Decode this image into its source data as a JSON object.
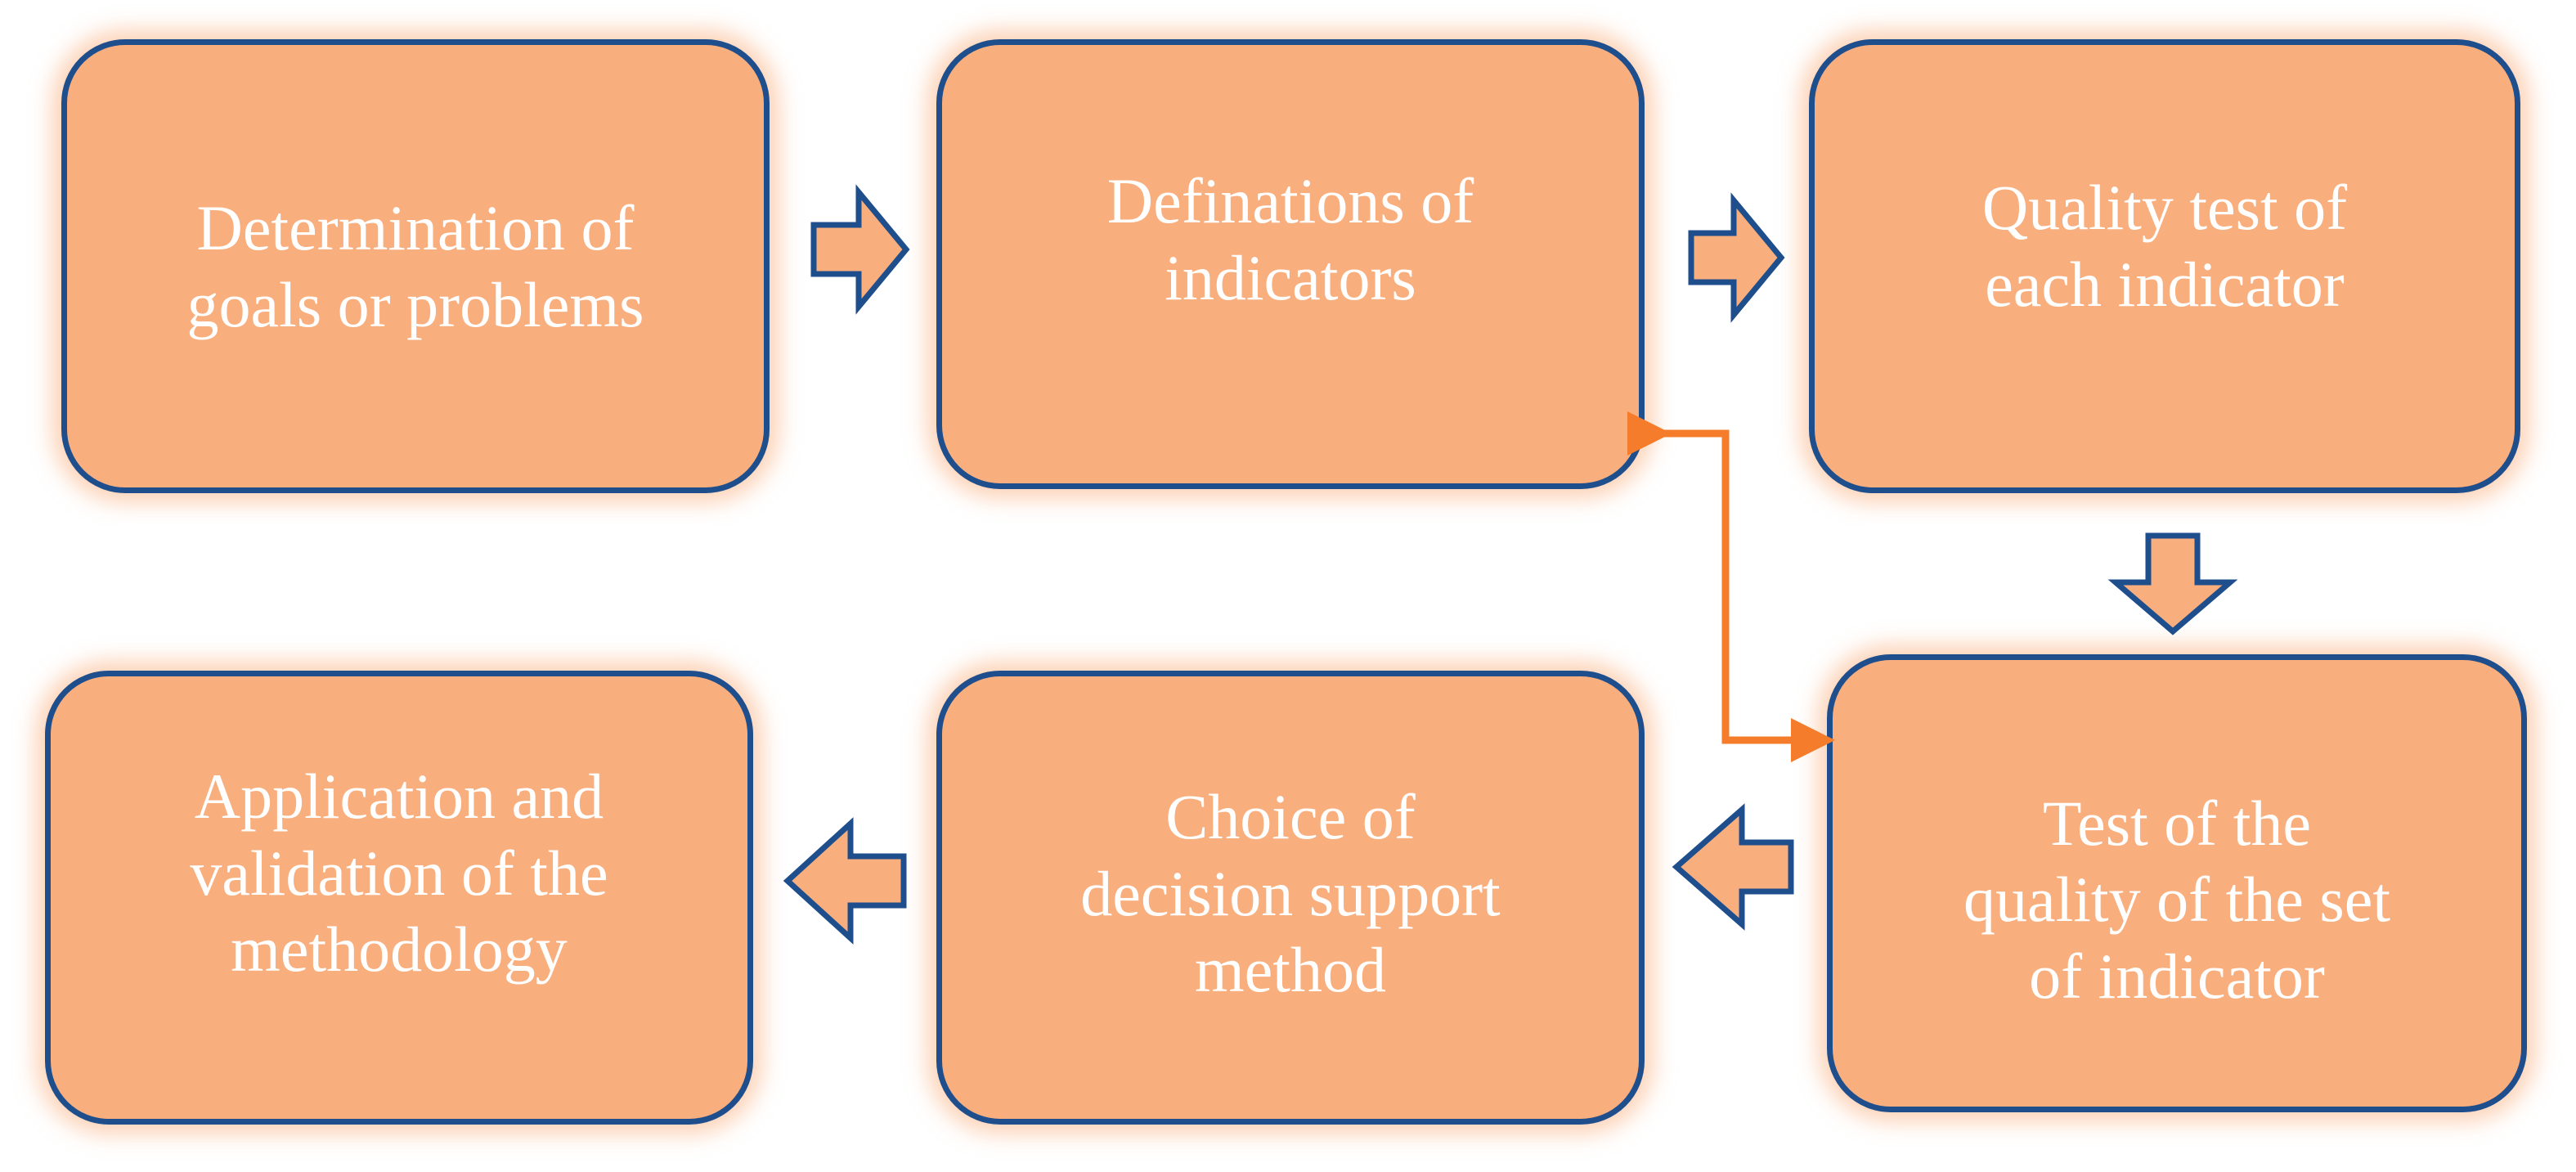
{
  "diagram": {
    "steps": [
      {
        "label": "Determination of\ngoals or problems"
      },
      {
        "label": "Definations of\nindicators"
      },
      {
        "label": "Quality test of\neach indicator"
      },
      {
        "label": "Test of the\nquality of the set\nof indicator"
      },
      {
        "label": "Choice of\ndecision support\nmethod"
      },
      {
        "label": "Application and\nvalidation of the\nmethodology"
      }
    ],
    "colors": {
      "box_fill": "#f9ae7d",
      "box_border": "#1f4e8c",
      "text": "#ffffff",
      "arrow_fill": "#f9ae7d",
      "arrow_stroke": "#1f4e8c",
      "feedback_arrow": "#f57c2a"
    }
  }
}
